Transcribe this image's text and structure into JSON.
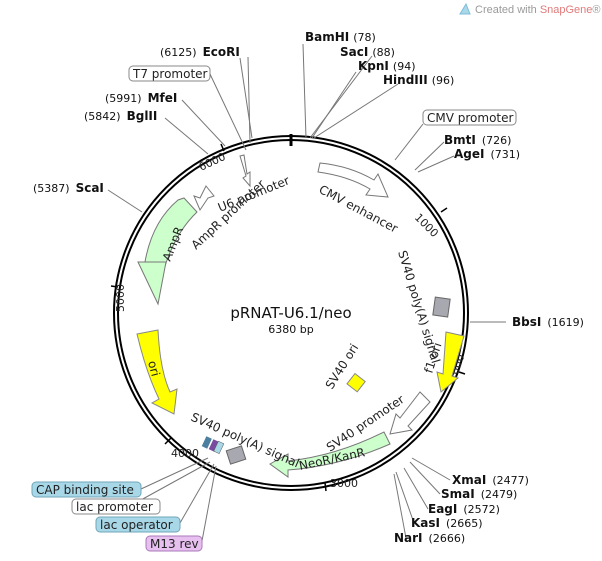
{
  "branding": {
    "prefix": "Created with ",
    "product": "SnapGene",
    "suffix": "®"
  },
  "plasmid": {
    "name": "pRNAT-U6.1/neo",
    "length_label": "6380 bp"
  },
  "ticks": {
    "t1000": "1000",
    "t2000": "2000",
    "t3000": "3000",
    "t4000": "4000",
    "t5000": "5000",
    "t6000": "6000"
  },
  "restriction_sites": {
    "bamhi": {
      "name": "BamHI",
      "pos": "(78)"
    },
    "saci": {
      "name": "SacI",
      "pos": "(88)"
    },
    "kpni": {
      "name": "KpnI",
      "pos": "(94)"
    },
    "hindiii": {
      "name": "HindIII",
      "pos": "(96)"
    },
    "bmti": {
      "name": "BmtI",
      "pos": "(726)"
    },
    "agei": {
      "name": "AgeI",
      "pos": "(731)"
    },
    "bbsi": {
      "name": "BbsI",
      "pos": "(1619)"
    },
    "xmai": {
      "name": "XmaI",
      "pos": "(2477)"
    },
    "smai": {
      "name": "SmaI",
      "pos": "(2479)"
    },
    "eagi": {
      "name": "EagI",
      "pos": "(2572)"
    },
    "kasi": {
      "name": "KasI",
      "pos": "(2665)"
    },
    "nari": {
      "name": "NarI",
      "pos": "(2666)"
    },
    "scai": {
      "name": "ScaI",
      "pos": "(5387)"
    },
    "bglii": {
      "name": "BglII",
      "pos": "(5842)"
    },
    "mfei": {
      "name": "MfeI",
      "pos": "(5991)"
    },
    "ecori": {
      "name": "EcoRI",
      "pos": "(6125)"
    }
  },
  "boxed_features": {
    "t7": "T7 promoter",
    "cmv": "CMV promoter",
    "cap": "CAP binding site",
    "lacp": "lac promoter",
    "laco": "lac operator",
    "m13": "M13 rev"
  },
  "features": {
    "u6": "U6 promoter",
    "cmv_enh": "CMV enhancer",
    "sv40_pa": "SV40 poly(A) signal",
    "f1": "f1 ori",
    "sv40_prom": "SV40 promoter",
    "neor": "NeoR/KanR",
    "sv40_pa2": "SV40 poly(A) signal",
    "sv40_ori": "SV40 ori",
    "ori": "ori",
    "ampr": "AmpR",
    "ampr_prom": "AmpR promoter"
  },
  "colors": {
    "backbone": "#000000",
    "ampr_fill": "#ccffcc",
    "neor_fill": "#ccffcc",
    "ori_fill": "#ffff00",
    "f1_fill": "#ffff00",
    "promoter_fill": "#ffffff",
    "pa_fill": "#a8a8b0",
    "cap_box": "#a8d8e8",
    "lac_box": "#a8d8e8",
    "m13_box": "#e8c0f0",
    "plain_box": "#ffffff"
  }
}
